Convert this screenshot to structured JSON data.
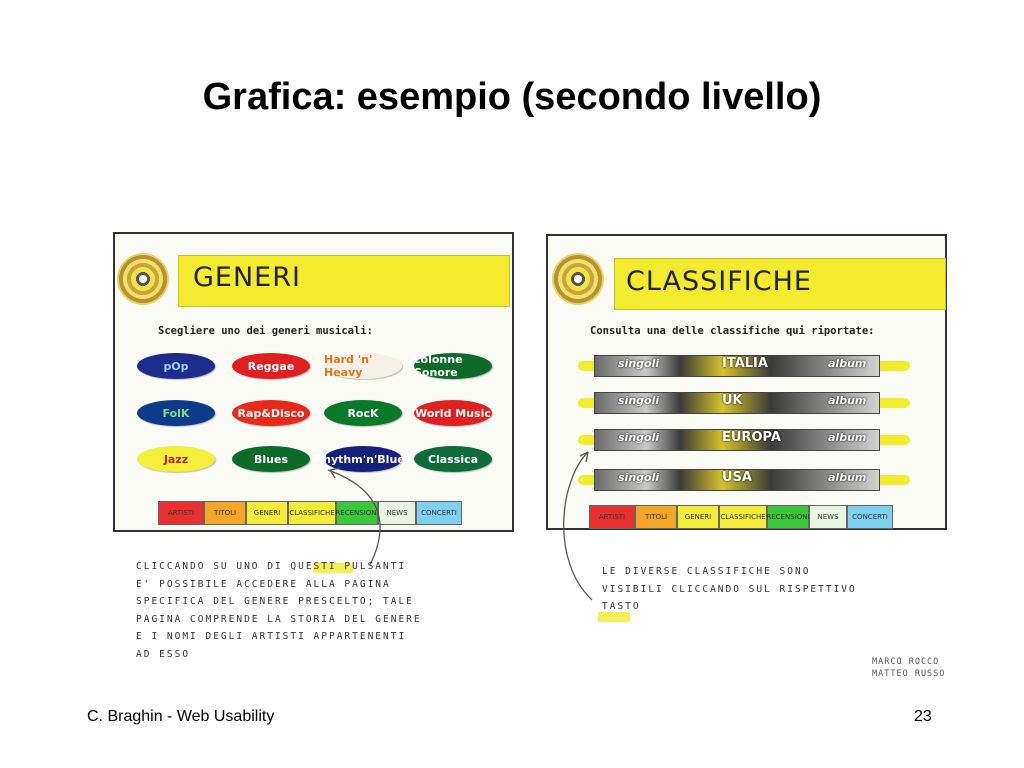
{
  "title": "Grafica: esempio (secondo livello)",
  "footer": {
    "author": "C. Braghin - Web Usability",
    "page": "23"
  },
  "left_panel": {
    "heading": "GENERI",
    "subtitle": "Scegliere uno dei generi musicali:",
    "genres": [
      {
        "label": "pOp",
        "color": "#1e2c8c",
        "text_color": "#9fd0ff"
      },
      {
        "label": "Reggae",
        "color": "#e02020",
        "text_color": "#ffffff"
      },
      {
        "label": "Hard 'n' Heavy",
        "color": "#f6f1e6",
        "text_color": "#e0761a"
      },
      {
        "label": "colonne Sonore",
        "color": "#0e6a2a",
        "text_color": "#ffffff"
      },
      {
        "label": "FolK",
        "color": "#0b3b8a",
        "text_color": "#7fe07f"
      },
      {
        "label": "Rap&Disco",
        "color": "#e82818",
        "text_color": "#ffffff"
      },
      {
        "label": "RocK",
        "color": "#0a7a2a",
        "text_color": "#ffffff"
      },
      {
        "label": "World Music",
        "color": "#e02020",
        "text_color": "#ffffff"
      },
      {
        "label": "Jazz",
        "color": "#f4ef3a",
        "text_color": "#c22020"
      },
      {
        "label": "Blues",
        "color": "#0d6b2a",
        "text_color": "#ffffff"
      },
      {
        "label": "Rhythm'n'Blues",
        "color": "#15207a",
        "text_color": "#ffffff"
      },
      {
        "label": "Classica",
        "color": "#0d6b3a",
        "text_color": "#ffffff"
      }
    ],
    "tabs": [
      {
        "label": "ARTISTI",
        "color": "#e83030"
      },
      {
        "label": "TITOLI",
        "color": "#f3a628"
      },
      {
        "label": "GENERI",
        "color": "#f3ec3a"
      },
      {
        "label": "CLASSIFICHE",
        "color": "#f3ec3a"
      },
      {
        "label": "RECENSIONI",
        "color": "#3ac83a"
      },
      {
        "label": "NEWS",
        "color": "#e8f5e0"
      },
      {
        "label": "CONCERTI",
        "color": "#7fd0f0"
      }
    ],
    "note_lines": [
      "CLICCANDO SU UNO DI QUESTI PULSANTI",
      "E' POSSIBILE ACCEDERE ALLA PAGINA",
      "SPECIFICA DEL GENERE PRESCELTO; TALE",
      "PAGINA COMPRENDE LA STORIA DEL GENERE",
      "E I NOMI DEGLI ARTISTI APPARTENENTI",
      "AD ESSO"
    ]
  },
  "right_panel": {
    "heading": "CLASSIFICHE",
    "subtitle": "Consulta una delle classifiche qui riportate:",
    "rows": [
      {
        "left": "singoli",
        "middle": "ITALIA",
        "right": "album"
      },
      {
        "left": "singoli",
        "middle": "UK",
        "right": "album"
      },
      {
        "left": "singoli",
        "middle": "EUROPA",
        "right": "album"
      },
      {
        "left": "singoli",
        "middle": "USA",
        "right": "album"
      }
    ],
    "tabs": [
      {
        "label": "ARTISTI",
        "color": "#e83030"
      },
      {
        "label": "TITOLI",
        "color": "#f3a628"
      },
      {
        "label": "GENERI",
        "color": "#f3ec3a"
      },
      {
        "label": "CLASSIFICHE",
        "color": "#f3ec3a"
      },
      {
        "label": "RECENSIONI",
        "color": "#3ac83a"
      },
      {
        "label": "NEWS",
        "color": "#e8f5e0"
      },
      {
        "label": "CONCERTI",
        "color": "#7fd0f0"
      }
    ],
    "note_lines": [
      "LE DIVERSE CLASSIFICHE SONO",
      "VISIBILI CLICCANDO SUL RISPETTIVO",
      "TASTO"
    ],
    "signature_lines": [
      "MARCO ROCCO",
      "MATTEO RUSSO"
    ]
  }
}
